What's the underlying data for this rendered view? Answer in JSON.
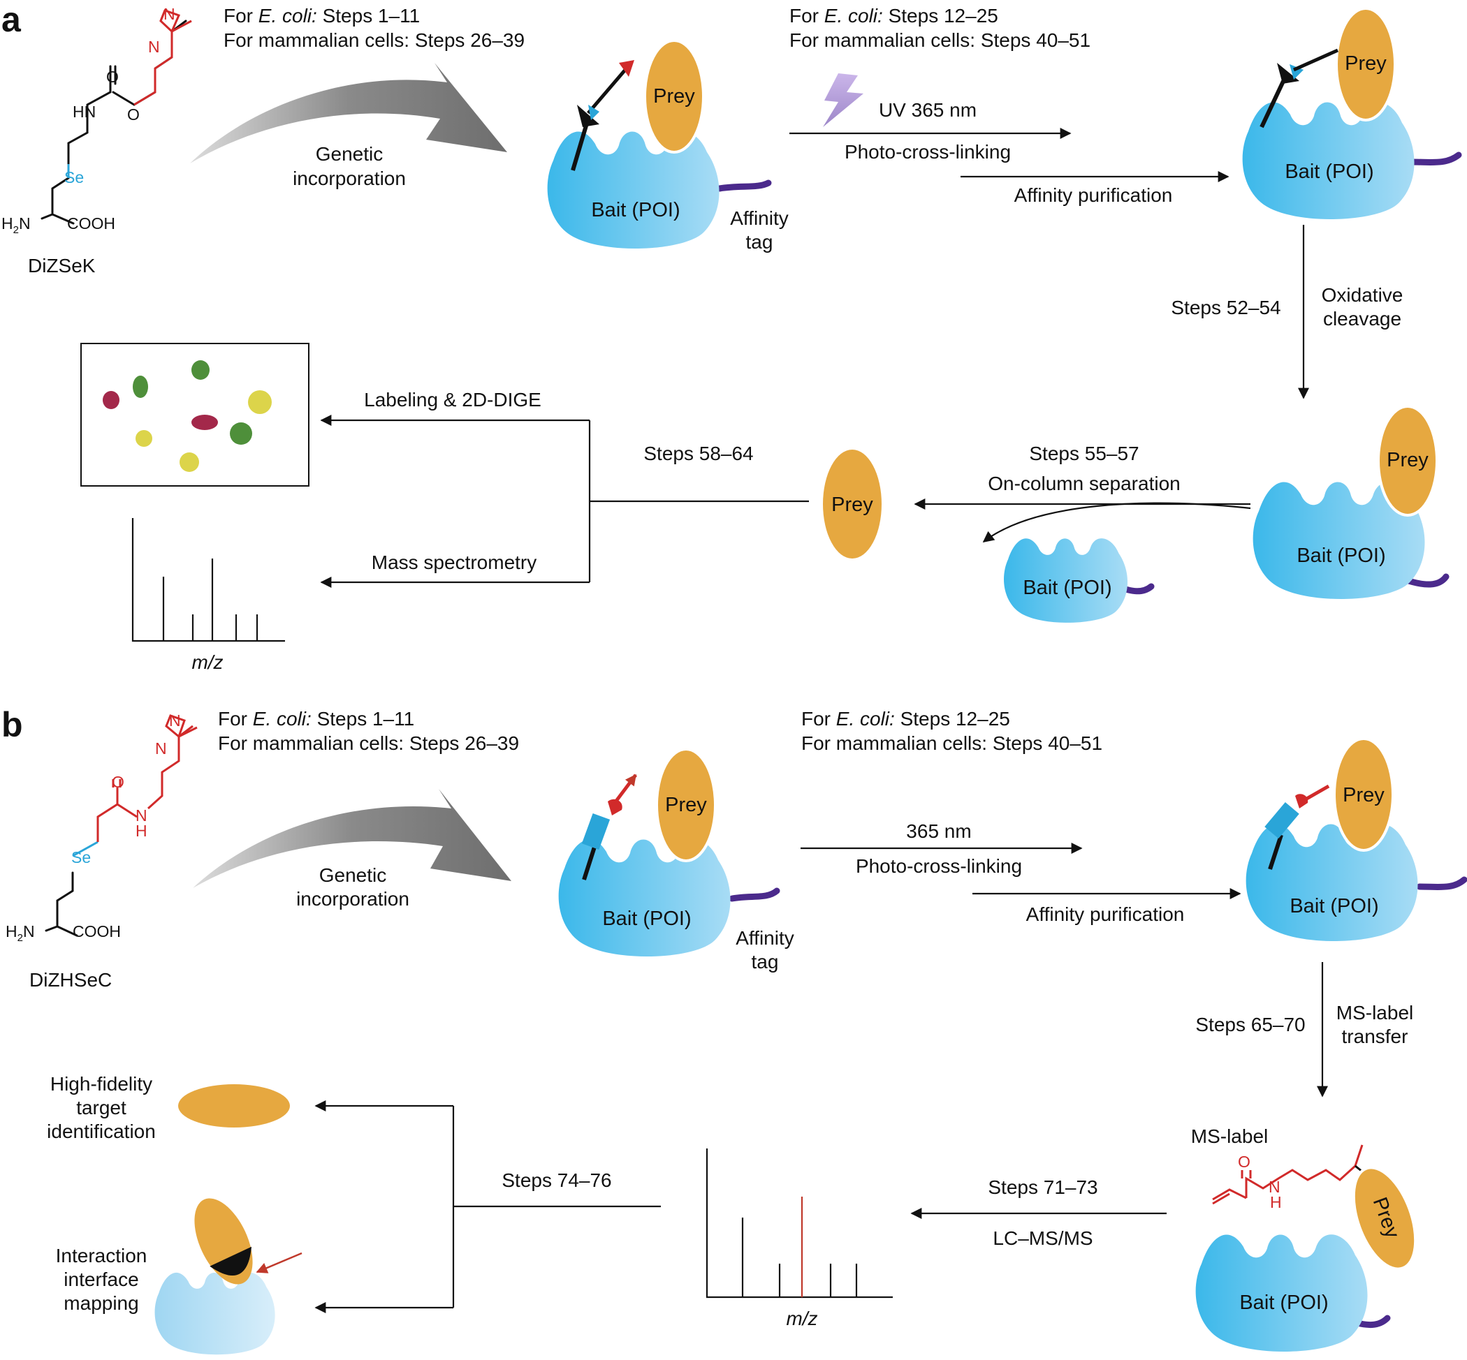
{
  "colors": {
    "bait_dark": "#3bb8ea",
    "bait_light": "#a8dcf5",
    "prey": "#e6a840",
    "tag": "#4b2a8c",
    "diazirine": "#d12a2a",
    "selenium": "#2aa5d8",
    "arrow_gray": "#7f7f7f",
    "uv_bolt": "#b7a0dc",
    "spot_red": "#a3284a",
    "spot_green": "#4e8f3a",
    "spot_yellow": "#dcd44a",
    "ms_peak_red": "#c0392b"
  },
  "icons": [
    "lightning-bolt-icon",
    "bait-protein-icon",
    "prey-protein-icon",
    "affinity-tag-icon"
  ],
  "panel_a": {
    "label": "a",
    "molecule": {
      "name": "DiZSeK",
      "atoms": {
        "n1": "N",
        "n2": "N",
        "o_carbonyl": "O",
        "o_ester": "O",
        "hn": "HN",
        "se": "Se",
        "h2n": "H",
        "h2n_sub": "2",
        "h2n_n": "N",
        "cooh": "COOH"
      }
    },
    "steps_1": {
      "prefix": "For ",
      "organism": "E. coli:",
      "text": " Steps 1–11",
      "line2": "For mammalian cells: Steps 26–39"
    },
    "steps_2": {
      "prefix": "For ",
      "organism": "E. coli:",
      "text": " Steps 12–25",
      "line2": "For mammalian cells: Steps 40–51"
    },
    "genetic": {
      "line1": "Genetic",
      "line2": "incorporation"
    },
    "uv": "UV 365 nm",
    "photo": "Photo-cross-linking",
    "affinity_purification": "Affinity purification",
    "affinity_tag": {
      "line1": "Affinity",
      "line2": "tag"
    },
    "prey": "Prey",
    "bait": "Bait (POI)",
    "steps_52": "Steps 52–54",
    "oxidative": {
      "line1": "Oxidative",
      "line2": "cleavage"
    },
    "steps_55": "Steps 55–57",
    "on_column": "On-column separation",
    "steps_58": "Steps 58–64",
    "labeling": "Labeling & 2D-DIGE",
    "mass_spec": "Mass spectrometry",
    "mz": "m/z"
  },
  "panel_b": {
    "label": "b",
    "molecule": {
      "name": "DiZHSeC",
      "atoms": {
        "n1": "N",
        "n2": "N",
        "o_carbonyl": "O",
        "nh_n": "N",
        "nh_h": "H",
        "se": "Se",
        "h2n": "H",
        "h2n_sub": "2",
        "h2n_n": "N",
        "cooh": "COOH"
      }
    },
    "steps_1": {
      "prefix": "For ",
      "organism": "E. coli:",
      "text": " Steps 1–11",
      "line2": "For mammalian cells: Steps 26–39"
    },
    "steps_2": {
      "prefix": "For ",
      "organism": "E. coli:",
      "text": " Steps 12–25",
      "line2": "For mammalian cells: Steps 40–51"
    },
    "genetic": {
      "line1": "Genetic",
      "line2": "incorporation"
    },
    "uv": "365 nm",
    "photo": "Photo-cross-linking",
    "affinity_purification": "Affinity purification",
    "affinity_tag": {
      "line1": "Affinity",
      "line2": "tag"
    },
    "prey": "Prey",
    "bait": "Bait (POI)",
    "steps_65": "Steps 65–70",
    "ms_label_transfer": {
      "line1": "MS-label",
      "line2": "transfer"
    },
    "ms_label": "MS-label",
    "ms_atoms": {
      "o": "O",
      "n": "N",
      "h": "H"
    },
    "prey_rot": "Prey",
    "steps_71": "Steps 71–73",
    "lcms": "LC–MS/MS",
    "steps_74": "Steps 74–76",
    "high_fidelity": {
      "line1": "High-fidelity",
      "line2": "target",
      "line3": "identification"
    },
    "interaction": {
      "line1": "Interaction",
      "line2": "interface",
      "line3": "mapping"
    },
    "mz": "m/z"
  }
}
